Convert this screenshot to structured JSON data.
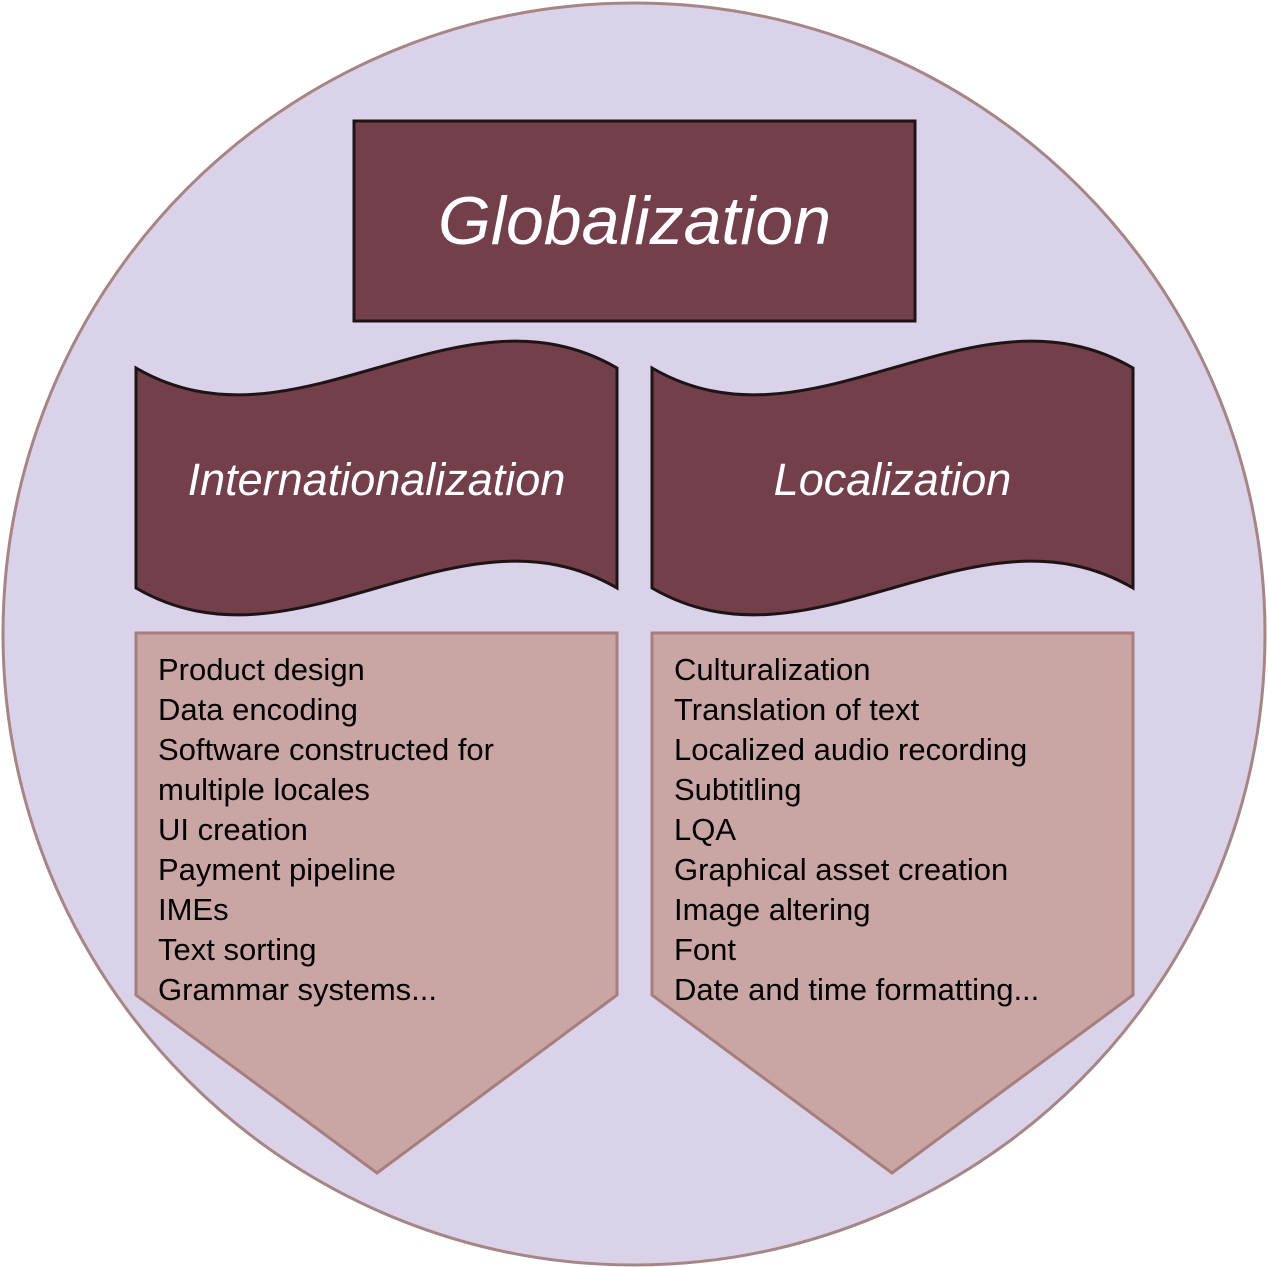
{
  "title": "Globalization",
  "colors": {
    "background": "#dad2e9",
    "circle_stroke": "#a68585",
    "header_fill": "#723f4b",
    "list_fill": "#c9a6a4",
    "list_stroke": "#a67e7e"
  },
  "columns": [
    {
      "heading": "Internationalization",
      "items": [
        "Product design",
        "Data encoding",
        "Software constructed for",
        "multiple locales",
        "UI creation",
        "Payment pipeline",
        "IMEs",
        "Text sorting",
        "Grammar systems..."
      ]
    },
    {
      "heading": "Localization",
      "items": [
        "Culturalization",
        "Translation of text",
        "Localized audio recording",
        "Subtitling",
        "LQA",
        "Graphical asset creation",
        "Image altering",
        "Font",
        "Date and time formatting..."
      ]
    }
  ]
}
